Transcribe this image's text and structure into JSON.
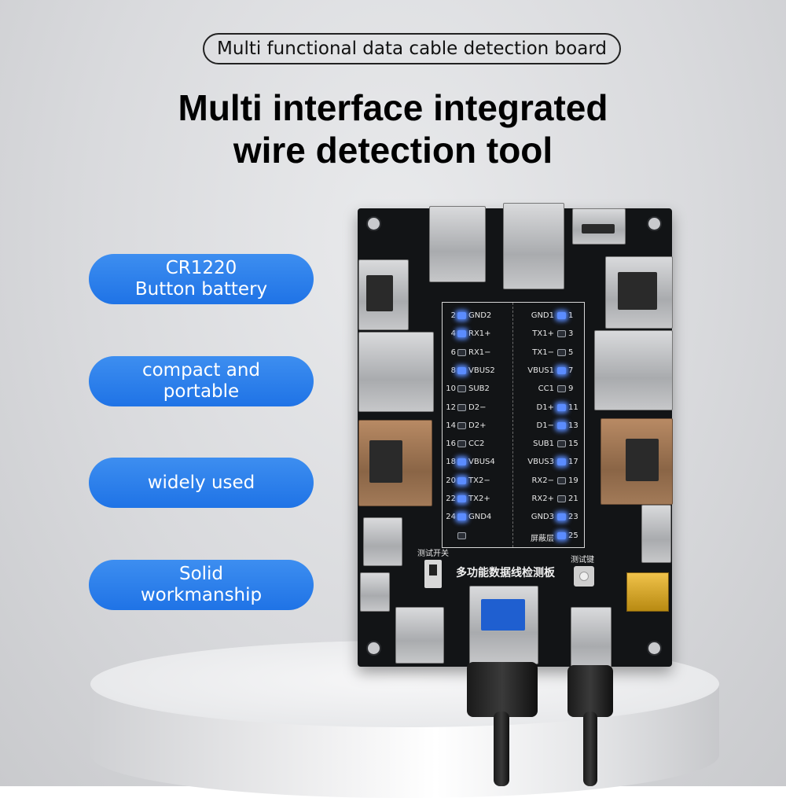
{
  "header": {
    "pill_label": "Multi functional data cable detection board",
    "headline_line1": "Multi interface integrated",
    "headline_line2": "wire detection tool"
  },
  "features": [
    {
      "line1": "CR1220",
      "line2": "Button battery"
    },
    {
      "line1": "compact and",
      "line2": "portable"
    },
    {
      "line1": "widely used",
      "line2": ""
    },
    {
      "line1": "Solid",
      "line2": "workmanship"
    }
  ],
  "board": {
    "title": "多功能数据线检测板",
    "switch_label": "测试开关",
    "button_label": "测试键",
    "rows": [
      {
        "pl": "2",
        "ll": "GND2",
        "lr": "GND1",
        "pr": "1",
        "lon": true,
        "ron": true
      },
      {
        "pl": "4",
        "ll": "RX1+",
        "lr": "TX1+",
        "pr": "3",
        "lon": true,
        "ron": false
      },
      {
        "pl": "6",
        "ll": "RX1−",
        "lr": "TX1−",
        "pr": "5",
        "lon": false,
        "ron": false
      },
      {
        "pl": "8",
        "ll": "VBUS2",
        "lr": "VBUS1",
        "pr": "7",
        "lon": true,
        "ron": true
      },
      {
        "pl": "10",
        "ll": "SUB2",
        "lr": "CC1",
        "pr": "9",
        "lon": false,
        "ron": false
      },
      {
        "pl": "12",
        "ll": "D2−",
        "lr": "D1+",
        "pr": "11",
        "lon": false,
        "ron": true
      },
      {
        "pl": "14",
        "ll": "D2+",
        "lr": "D1−",
        "pr": "13",
        "lon": false,
        "ron": true
      },
      {
        "pl": "16",
        "ll": "CC2",
        "lr": "SUB1",
        "pr": "15",
        "lon": false,
        "ron": false
      },
      {
        "pl": "18",
        "ll": "VBUS4",
        "lr": "VBUS3",
        "pr": "17",
        "lon": true,
        "ron": true
      },
      {
        "pl": "20",
        "ll": "TX2−",
        "lr": "RX2−",
        "pr": "19",
        "lon": true,
        "ron": false
      },
      {
        "pl": "22",
        "ll": "TX2+",
        "lr": "RX2+",
        "pr": "21",
        "lon": true,
        "ron": false
      },
      {
        "pl": "24",
        "ll": "GND4",
        "lr": "GND3",
        "pr": "23",
        "lon": true,
        "ron": true
      },
      {
        "pl": "",
        "ll": "",
        "lr": "屏蔽层",
        "pr": "25",
        "lon": false,
        "ron": true
      }
    ]
  }
}
